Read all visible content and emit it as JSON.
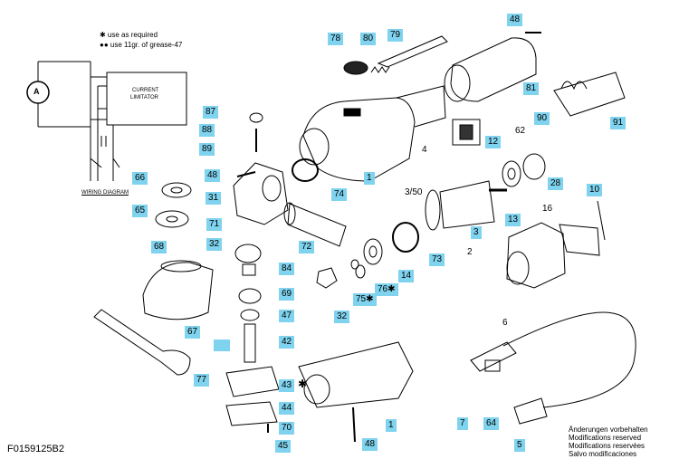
{
  "legend": {
    "asterisk_note": "✱ use as required",
    "grease_note": "●● use 11gr. of grease-47"
  },
  "wiring": {
    "motor_label": "A",
    "limiter_line1": "CURRENT",
    "limiter_line2": "LIMITATOR",
    "title": "WIRING DIAGRAM"
  },
  "parts": {
    "p48a": "48",
    "p78": "78",
    "p80": "80",
    "p79": "79",
    "p81": "81",
    "p87": "87",
    "p88": "88",
    "p89": "89",
    "p48b": "48",
    "p66": "66",
    "p31": "31",
    "p65": "65",
    "p71": "71",
    "p68": "68",
    "p32a": "32",
    "p84": "84",
    "p69": "69",
    "p47": "47",
    "p67": "67",
    "p42": "42",
    "p77": "77",
    "p43": "43",
    "p43mark": "✱",
    "p44": "44",
    "p70": "70",
    "p45": "45",
    "p74": "74",
    "p1a": "1",
    "p72": "72",
    "p350": "3/50",
    "p3": "3",
    "p13": "13",
    "p28": "28",
    "p4": "4",
    "p12": "12",
    "p90": "90",
    "p62": "62",
    "p91": "91",
    "p10": "10",
    "p16": "16",
    "p2": "2",
    "p73": "73",
    "p14": "14",
    "p76": "76✱",
    "p75": "75✱",
    "p32b": "32",
    "p1b": "1",
    "p48c": "48",
    "p6": "6",
    "p7": "7",
    "p64": "64",
    "p5": "5"
  },
  "footer": {
    "code": "F0159125B2",
    "changes": [
      "Änderungen vorbehalten",
      "Modifications reserved",
      "Modifications reservées",
      "Salvo modificaciones"
    ]
  }
}
